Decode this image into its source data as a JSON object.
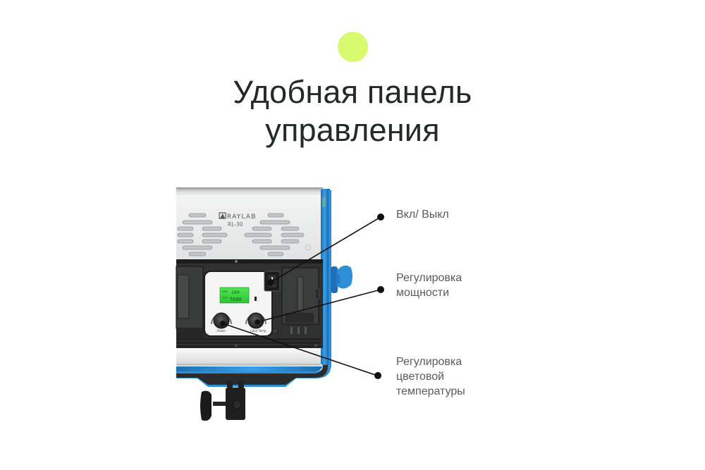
{
  "colors": {
    "accent": "#d8fa6e",
    "title": "#242a2a",
    "label": "#5a5a5a",
    "frame_blue": "#2e8fd6",
    "lcd_green": "#36d13a"
  },
  "header": {
    "title_line1": "Удобная панель",
    "title_line2": "управления"
  },
  "product": {
    "brand": "RAYLAB",
    "model": "RL-30",
    "lcd_line1": "100",
    "lcd_line2": "5600",
    "knob_left_label": "Power",
    "knob_right_label": "Color Temp."
  },
  "callouts": [
    {
      "lines": [
        "Вкл/ Выкл"
      ]
    },
    {
      "lines": [
        "Регулировка",
        "мощности"
      ]
    },
    {
      "lines": [
        "Регулировка",
        "цветовой",
        "температуры"
      ]
    }
  ]
}
